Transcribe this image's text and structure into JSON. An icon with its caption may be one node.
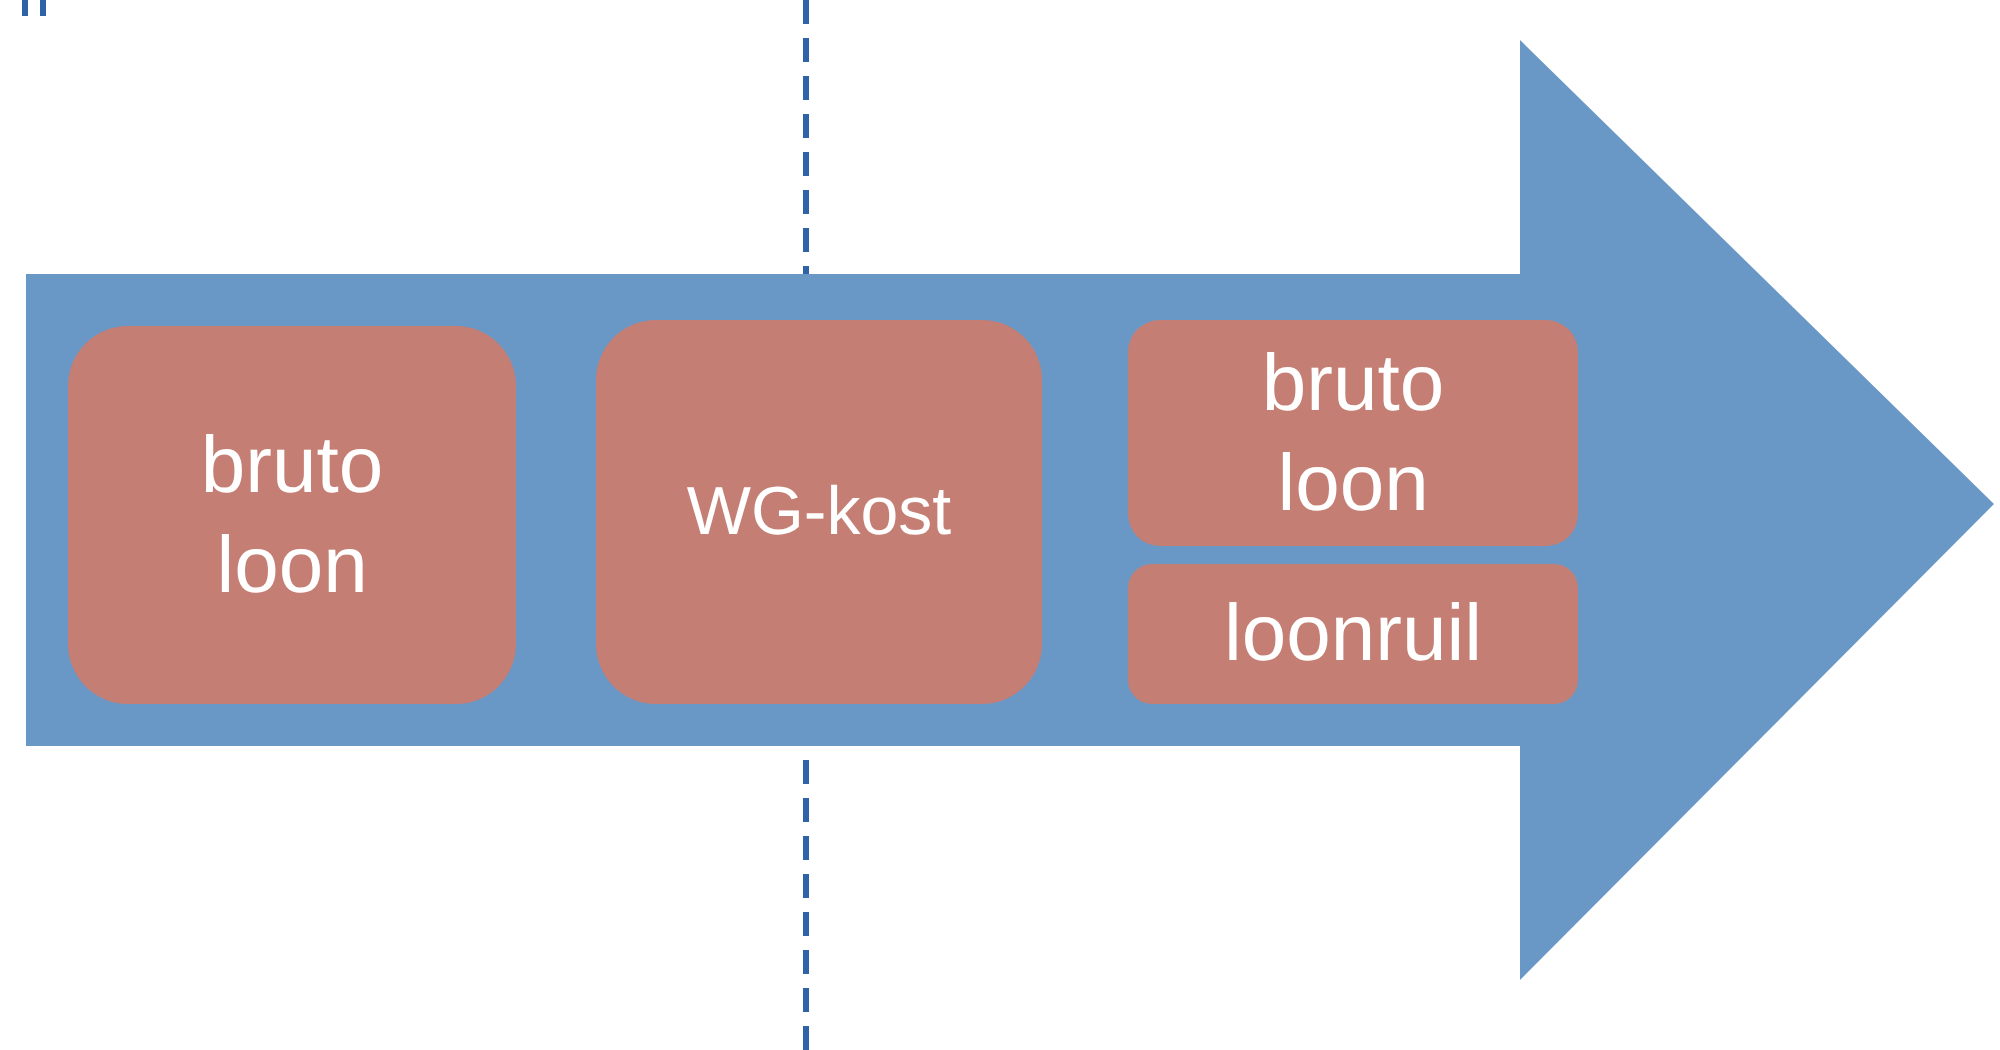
{
  "diagram": {
    "nodes": [
      {
        "text": [],
        "shape": "arrow"
      },
      {
        "text": [
          "bruto loon"
        ],
        "in": 0
      },
      {
        "text": [
          "WG-kost"
        ],
        "in": 0
      },
      {
        "text": [
          "bruto loon"
        ],
        "in": 0
      },
      {
        "text": [
          "loonruil"
        ],
        "in": 0
      }
    ]
  }
}
